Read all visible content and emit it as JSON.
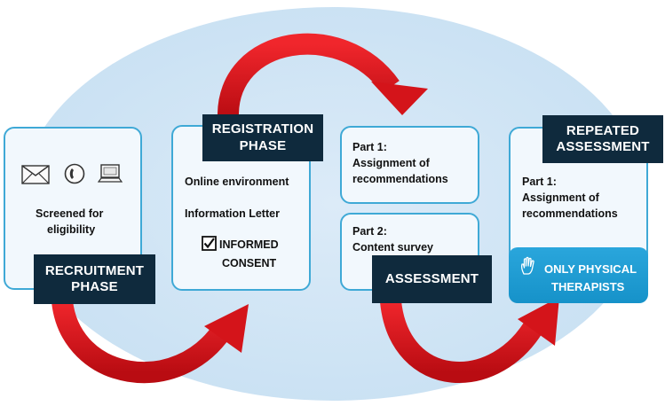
{
  "recruitment": {
    "title_line1": "RECRUITMENT",
    "title_line2": "PHASE",
    "icons": [
      "envelope-icon",
      "phone-icon",
      "laptop-icon"
    ],
    "text_line1": "Screened for",
    "text_line2": "eligibility"
  },
  "registration": {
    "title_line1": "REGISTRATION",
    "title_line2": "PHASE",
    "item1": "Online environment",
    "item2": "Information Letter",
    "consent_line1": "INFORMED",
    "consent_line2": "CONSENT",
    "consent_icon": "checked-box-icon"
  },
  "assessment": {
    "title": "ASSESSMENT",
    "part1_heading": "Part 1:",
    "part1_line1": "Assignment of",
    "part1_line2": "recommendations",
    "part2_heading": "Part 2:",
    "part2_line1": "Content survey"
  },
  "repeated": {
    "title_line1": "REPEATED",
    "title_line2": "ASSESSMENT",
    "part1_heading": "Part 1:",
    "part1_line1": "Assignment of",
    "part1_line2": "recommendations",
    "highlight_icon": "hand-icon",
    "highlight_line1": "ONLY PHYSICAL",
    "highlight_line2": "THERAPISTS"
  },
  "colors": {
    "ellipse": "#cde3f4",
    "card_border": "#3fa9d6",
    "label_bg": "#0f2a3d",
    "arrow": "#e0141c",
    "highlight": "#1e9bd2"
  }
}
